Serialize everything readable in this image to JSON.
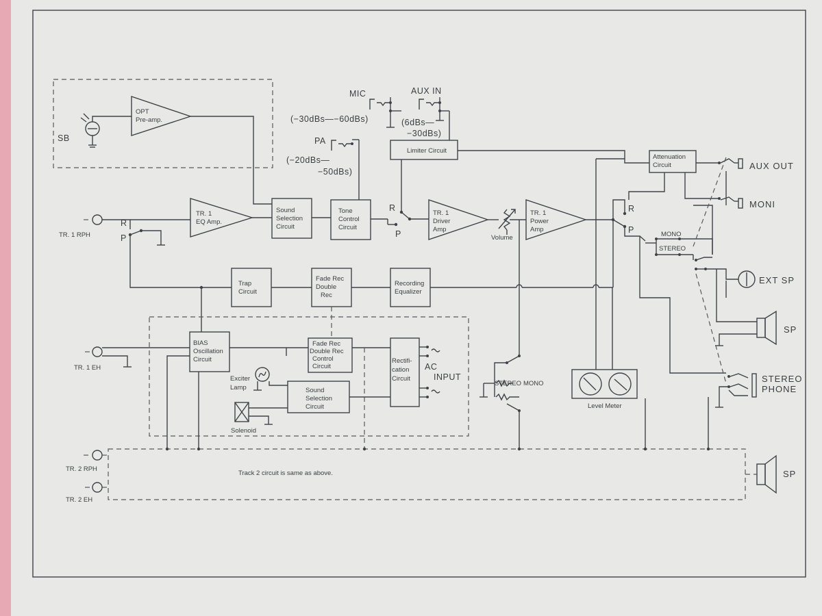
{
  "blocks": {
    "opt_preamp": [
      "OPT",
      "Pre-amp."
    ],
    "eq_amp": [
      "TR. 1",
      "EQ Amp."
    ],
    "sound_selection_1": [
      "Sound",
      "Selection",
      "Circuit"
    ],
    "tone_control": [
      "Tone",
      "Control",
      "Circuit"
    ],
    "limiter": [
      "Limiter Circuit"
    ],
    "driver_amp": [
      "TR. 1",
      "Driver",
      "Amp"
    ],
    "power_amp": [
      "TR. 1",
      "Power",
      "Amp"
    ],
    "attenuation": [
      "Attenuation",
      "Circuit"
    ],
    "trap": [
      "Trap",
      "Circuit"
    ],
    "fade_rec_double": [
      "Fade Rec",
      "Double",
      "Rec"
    ],
    "recording_equalizer": [
      "Recording",
      "Equalizer"
    ],
    "bias": [
      "BIAS",
      "Oscillation",
      "Circuit"
    ],
    "fade_rec_control": [
      "Fade Rec",
      "Double Rec",
      "Control",
      "Circuit"
    ],
    "rectification": [
      "Rectifi-",
      "cation",
      "Circuit"
    ],
    "sound_selection_2": [
      "Sound",
      "Selection",
      "Circuit"
    ]
  },
  "labels": {
    "sb": "SB",
    "mic": "MIC",
    "aux_in": "AUX  IN",
    "mic_level": "(−30dBs—−60dBs)",
    "aux_level_1": "(6dBs—",
    "aux_level_2": "−30dBs)",
    "pa": "PA",
    "pa_level_1": "(−20dBs—",
    "pa_level_2": "−50dBs)",
    "r": "R",
    "p": "P",
    "tr1_rph": "TR. 1 RPH",
    "tr1_eh": "TR. 1 EH",
    "tr2_rph": "TR. 2 RPH",
    "tr2_eh": "TR. 2 EH",
    "volume": "Volume",
    "mono": "MONO",
    "stereo": "STEREO",
    "aux_out": "AUX  OUT",
    "moni": "MONI",
    "ext_sp": "EXT  SP",
    "sp": "SP",
    "stereo_phone_1": "STEREO",
    "stereo_phone_2": "PHONE",
    "exciter_lamp_1": "Exciter",
    "exciter_lamp_2": "Lamp",
    "solenoid": "Solenoid",
    "ac_input_1": "AC",
    "ac_input_2": "INPUT",
    "level_meter": "Level Meter",
    "track2_note": "Track 2 circuit is same as above."
  }
}
